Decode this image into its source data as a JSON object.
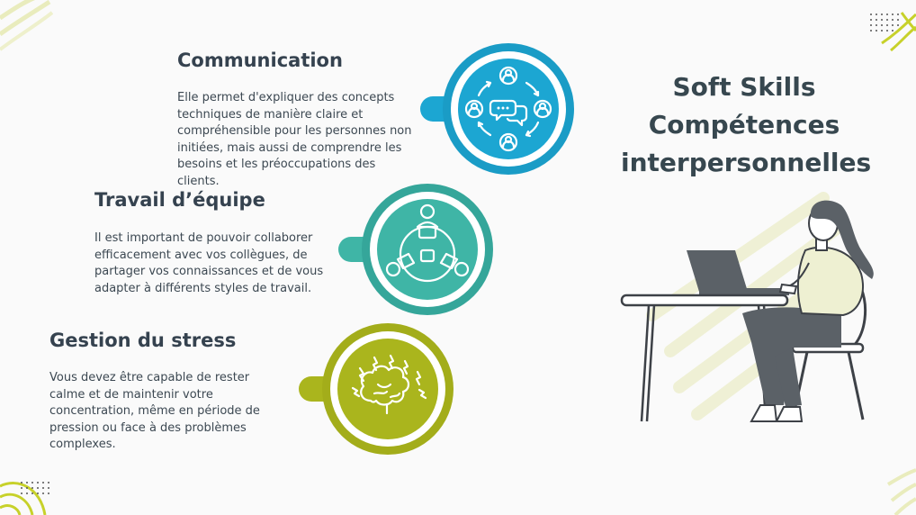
{
  "title": {
    "line1": "Soft Skills",
    "line2": "Compétences",
    "line3": "interpersonnelles"
  },
  "sections": [
    {
      "heading": "Communication",
      "body": "Elle permet d'expliquer des concepts techniques de manière claire et compréhensible pour les personnes non initiées, mais aussi de comprendre les besoins et les préoccupations des clients.",
      "icon": "communication-network-icon",
      "color": "#1ca6d2"
    },
    {
      "heading": "Travail d’équipe",
      "body": "Il est important de pouvoir collaborer efficacement avec vos collègues, de partager vos connaissances et de vous adapter à différents styles de travail.",
      "icon": "teamwork-icon",
      "color": "#3fb5a6"
    },
    {
      "heading": "Gestion du stress",
      "body": "Vous devez être capable de rester calme et de maintenir votre concentration, même en période de pression ou face à des problèmes complexes.",
      "icon": "stressed-brain-icon",
      "color": "#aab51d"
    }
  ],
  "colors": {
    "background": "#fafafa",
    "text": "#37474f",
    "accent_blue": "#1ca6d2",
    "accent_teal": "#3fb5a6",
    "accent_green": "#aab51d"
  }
}
